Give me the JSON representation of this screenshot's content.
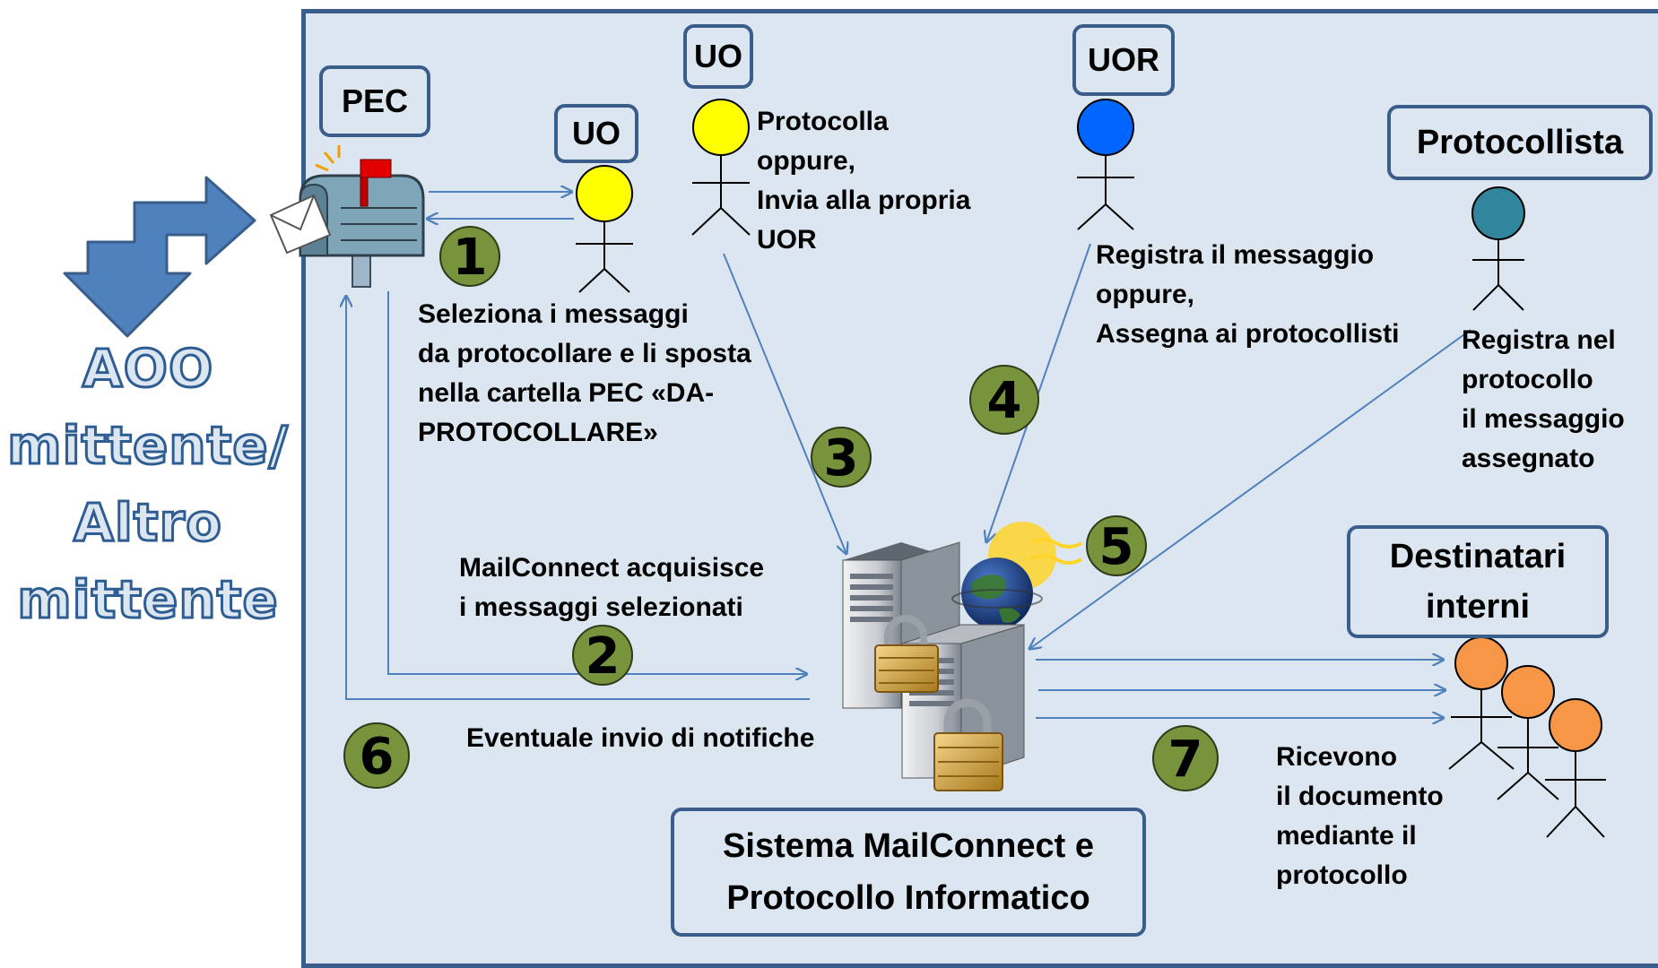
{
  "sender": {
    "lines": [
      "AOO",
      "mittente/",
      "Altro",
      "mittente"
    ]
  },
  "roles": {
    "pec": "PEC",
    "uo1": "UO",
    "uo2": "UO",
    "uor": "UOR",
    "protocollista": "Protocollista",
    "destinatari": "Destinatari\ninterni"
  },
  "steps": [
    "1",
    "2",
    "3",
    "4",
    "5",
    "6",
    "7"
  ],
  "texts": {
    "uo2_action": "Protocolla\noppure,\nInvia alla propria\nUOR",
    "uor_action": "Registra  il messaggio\noppure,\nAssegna ai protocollisti",
    "step1": "Seleziona i messaggi\nda protocollare  e li sposta\nnella cartella PEC «DA-\nPROTOCOLLARE»",
    "protocollista_action": "Registra nel\nprotocollo\nil messaggio\nassegnato",
    "step2": "MailConnect  acquisisce\ni messaggi  selezionati",
    "step6": "Eventuale invio di notifiche",
    "step7": "Ricevono\nil documento\nmediante il\nprotocollo"
  },
  "system": {
    "title": "Sistema MailConnect e\nProtocollo Informatico"
  },
  "colors": {
    "panel": "#dce6f1",
    "border": "#3b5d8c",
    "arrow": "#4f81bd",
    "step_circle": "#77933c",
    "uo_head": "#ffff00",
    "uor_head": "#0066ff",
    "protocollista_head": "#31859c",
    "destinatari_head": "#f79646"
  }
}
